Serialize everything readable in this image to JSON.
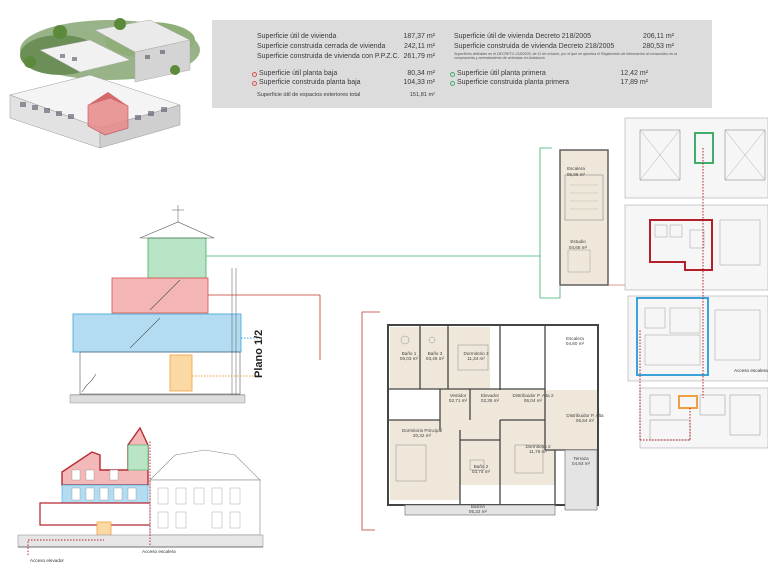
{
  "summary": {
    "left_rows": [
      {
        "label": "Superficie útil de vivienda",
        "value": "187,37 m²"
      },
      {
        "label": "Superficie construida cerrada de vivienda",
        "value": "242,11 m²"
      },
      {
        "label": "Superficie construida de vivienda con P.P.Z.C.",
        "value": "261,79 m²"
      }
    ],
    "right_rows": [
      {
        "label": "Superficie útil de vivienda Decreto 218/2005",
        "value": "206,11 m²"
      },
      {
        "label": "Superficie construida de vivienda Decreto 218/2005",
        "value": "280,53 m²"
      }
    ],
    "decree_note": "Superficies definidas en el DECRETO 218/2005, de 11 de octubre, por el que se aprueba el Reglamento de información al consumidor en la compraventa y arrendamiento de viviendas en Andalucía",
    "floor_rows_left": [
      {
        "label": "Superficie útil planta baja",
        "value": "80,34 m²",
        "color": "#d9534f"
      },
      {
        "label": "Superficie construida planta baja",
        "value": "104,33 m²",
        "color": "#d9534f"
      }
    ],
    "floor_rows_right": [
      {
        "label": "Superficie útil planta primera",
        "value": "12,42 m²",
        "color": "#3fae6b"
      },
      {
        "label": "Superficie construida planta primera",
        "value": "17,89 m²",
        "color": "#3fae6b"
      }
    ],
    "exterior": {
      "label": "Superficie útil de espacios exteriores total",
      "value": "151,81 m²"
    }
  },
  "plano_label": "Plano 1/2",
  "upper_plan": {
    "rooms": [
      {
        "name": "Escalera",
        "area": "05,96 m²"
      },
      {
        "name": "Estudio",
        "area": "04,66 m²"
      }
    ]
  },
  "main_plan": {
    "rooms": [
      {
        "name": "Baño 1",
        "area": "06,03 m²"
      },
      {
        "name": "Baño 3",
        "area": "03,46 m²"
      },
      {
        "name": "Dormitorio 3",
        "area": "11,34 m²"
      },
      {
        "name": "Escalera",
        "area": "04,60 m²"
      },
      {
        "name": "Vestidor",
        "area": "02,71 m²"
      },
      {
        "name": "Elevador",
        "area": "02,35 m²"
      },
      {
        "name": "Distribuidor P. Alta 2",
        "area": "06,04 m²"
      },
      {
        "name": "Distribuidor P. Alta",
        "area": "06,54 m²"
      },
      {
        "name": "Dormitorio Principal",
        "area": "20,32 m²"
      },
      {
        "name": "Dormitorio 2",
        "area": "11,76 m²"
      },
      {
        "name": "Baño 2",
        "area": "03,74 m²"
      },
      {
        "name": "Terraza",
        "area": "04,93 m²"
      },
      {
        "name": "Balcón",
        "area": "05,32 m²"
      }
    ]
  },
  "access": {
    "escalera_plan": "Acceso escalera",
    "escalera_elev": "Acceso escalera",
    "elevador": "Acceso elevador"
  },
  "colors": {
    "red": "#d9534f",
    "green": "#3fae6b",
    "blue": "#3ba3d9",
    "orange": "#f0a040",
    "dark_red": "#b3202a",
    "panel": "#dcdcdc"
  }
}
